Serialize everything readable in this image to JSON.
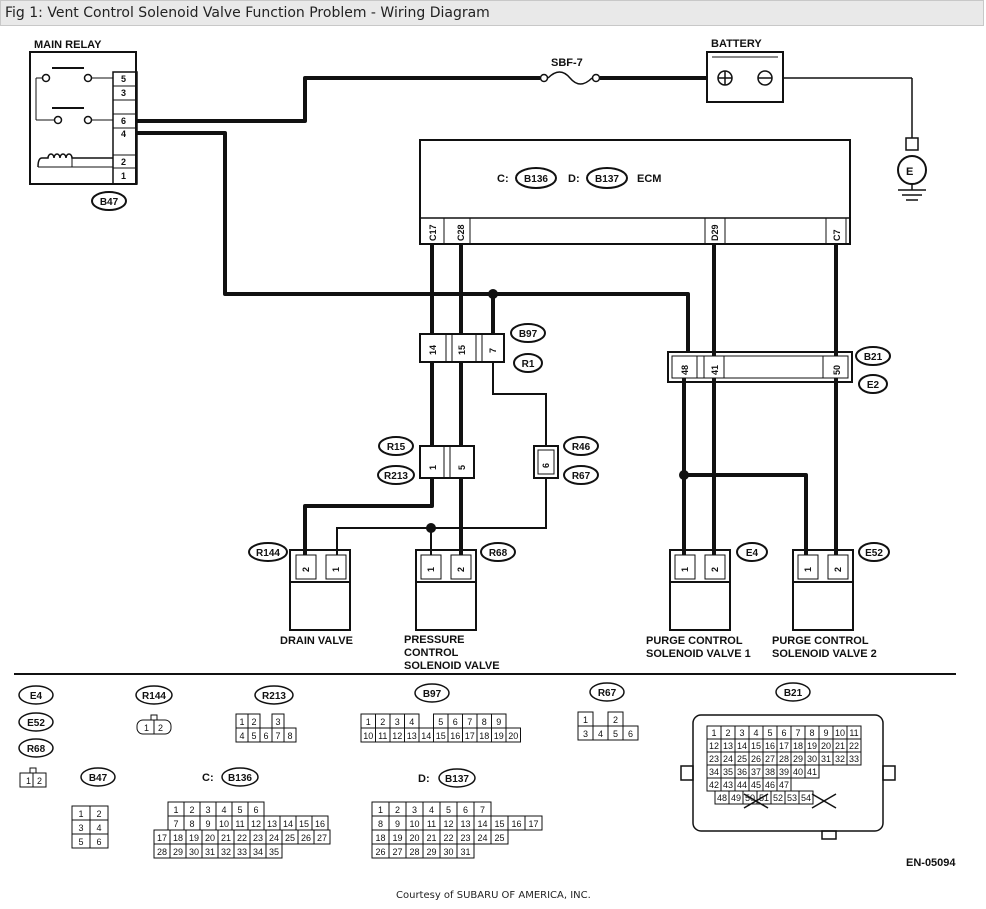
{
  "title": "Fig 1: Vent Control Solenoid Valve Function Problem - Wiring Diagram",
  "labels": {
    "main_relay": "MAIN RELAY",
    "battery": "BATTERY",
    "sbf": "SBF-7",
    "ecm": "ECM",
    "ecm_c": "C:",
    "ecm_d": "D:",
    "drain_valve": "DRAIN VALVE",
    "pressure_1": "PRESSURE",
    "pressure_2": "CONTROL",
    "pressure_3": "SOLENOID VALVE",
    "purge1_1": "PURGE CONTROL",
    "purge1_2": "SOLENOID VALVE 1",
    "purge2_1": "PURGE CONTROL",
    "purge2_2": "SOLENOID VALVE 2",
    "ground": "E",
    "part_code": "EN-05094",
    "credit": "Courtesy of SUBARU OF AMERICA, INC."
  },
  "connectors": {
    "B47": "B47",
    "B136": "B136",
    "B137": "B137",
    "B97": "B97",
    "R1": "R1",
    "B21": "B21",
    "E2": "E2",
    "R15": "R15",
    "R213": "R213",
    "R46": "R46",
    "R67": "R67",
    "R144": "R144",
    "R68": "R68",
    "E4": "E4",
    "E52": "E52"
  },
  "relay_pins": [
    "5",
    "3",
    "6",
    "4",
    "2",
    "1"
  ],
  "ecm_pins": [
    "C17",
    "C28",
    "D29",
    "C7"
  ],
  "b97_pins": [
    "14",
    "15",
    "7"
  ],
  "b21_pins": [
    "48",
    "41",
    "50"
  ],
  "r15_pins": [
    "1",
    "5"
  ],
  "r46_pins": [
    "6"
  ],
  "valve_pins": [
    "2",
    "1"
  ],
  "valve_pins_rev": [
    "1",
    "2"
  ],
  "legend": {
    "r213_rows": [
      [
        "1",
        "2",
        "",
        "3"
      ],
      [
        "4",
        "5",
        "6",
        "7",
        "8"
      ]
    ],
    "b97_rows": [
      [
        "1",
        "2",
        "3",
        "4",
        "",
        "5",
        "6",
        "7",
        "8",
        "9"
      ],
      [
        "10",
        "11",
        "12",
        "13",
        "14",
        "15",
        "16",
        "17",
        "18",
        "19",
        "20"
      ]
    ],
    "r67_rows": [
      [
        "1",
        "",
        "2"
      ],
      [
        "3",
        "4",
        "5",
        "6"
      ]
    ],
    "b21_rows": [
      [
        "1",
        "2",
        "3",
        "4",
        "5",
        "6",
        "7",
        "8",
        "9",
        "10",
        "11"
      ],
      [
        "12",
        "13",
        "14",
        "15",
        "16",
        "17",
        "18",
        "19",
        "20",
        "21",
        "22"
      ],
      [
        "23",
        "24",
        "25",
        "26",
        "27",
        "28",
        "29",
        "30",
        "31",
        "32",
        "33"
      ],
      [
        "34",
        "35",
        "36",
        "37",
        "38",
        "39",
        "40",
        "41"
      ],
      [
        "42",
        "43",
        "44",
        "45",
        "46",
        "47"
      ],
      [
        "48",
        "49",
        "50",
        "51",
        "52",
        "53",
        "54"
      ]
    ],
    "b47_rows": [
      [
        "1",
        "2"
      ],
      [
        "3",
        "4"
      ],
      [
        "5",
        "6"
      ]
    ],
    "b136_rows": [
      [
        "1",
        "2",
        "3",
        "4",
        "5",
        "6"
      ],
      [
        "7",
        "8",
        "9",
        "10",
        "11",
        "12",
        "13",
        "14",
        "15",
        "16"
      ],
      [
        "17",
        "18",
        "19",
        "20",
        "21",
        "22",
        "23",
        "24",
        "25",
        "26",
        "27"
      ],
      [
        "28",
        "29",
        "30",
        "31",
        "32",
        "33",
        "34",
        "35"
      ]
    ],
    "b137_rows": [
      [
        "1",
        "2",
        "3",
        "4",
        "5",
        "6",
        "7"
      ],
      [
        "8",
        "9",
        "10",
        "11",
        "12",
        "13",
        "14",
        "15",
        "16",
        "17"
      ],
      [
        "18",
        "19",
        "20",
        "21",
        "22",
        "23",
        "24",
        "25"
      ],
      [
        "26",
        "27",
        "28",
        "29",
        "30",
        "31"
      ]
    ],
    "two_pin": [
      "1",
      "2"
    ]
  }
}
